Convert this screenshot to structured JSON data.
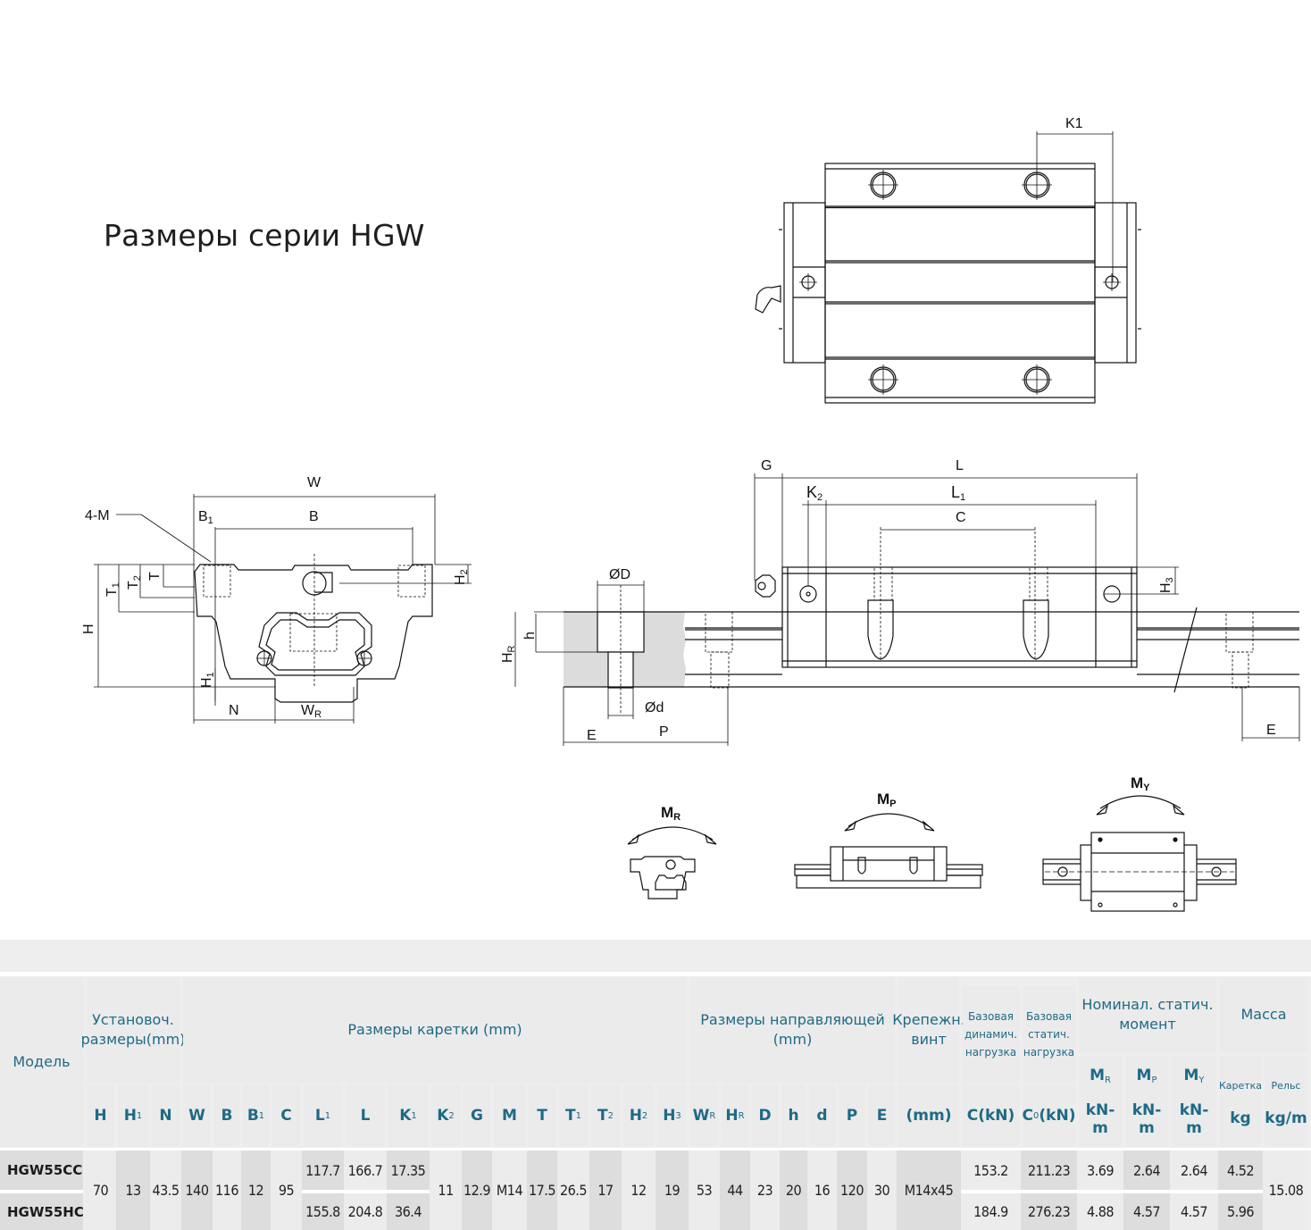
{
  "page": {
    "title": "Размеры серии HGW"
  },
  "drawings": {
    "top_view": {
      "label_k1": "K1"
    },
    "front_view": {
      "labels": {
        "W": "W",
        "B1": "B",
        "B1_sub": "1",
        "B": "B",
        "four_m": "4-M",
        "T1": "T",
        "T1_sub": "1",
        "T2": "T",
        "T2_sub": "2",
        "T": "T",
        "H": "H",
        "H1": "H",
        "H1_sub": "1",
        "H2": "H",
        "H2_sub": "2",
        "N": "N",
        "WR": "W",
        "WR_sub": "R"
      }
    },
    "side_view": {
      "labels": {
        "G": "G",
        "L": "L",
        "K2": "K",
        "K2_sub": "2",
        "L1": "L",
        "L1_sub": "1",
        "C": "C",
        "H3": "H",
        "H3_sub": "3",
        "D": "ØD",
        "h": "h",
        "HR": "H",
        "HR_sub": "R",
        "d": "Ød",
        "E_left": "E",
        "P": "P",
        "E_right": "E"
      }
    },
    "moments": {
      "mr": {
        "label": "M",
        "sub": "R"
      },
      "mp": {
        "label": "M",
        "sub": "P"
      },
      "my": {
        "label": "M",
        "sub": "Y"
      }
    }
  },
  "table": {
    "header_color": "#1e6a86",
    "groups": {
      "model": "Модель",
      "mounting": "Установоч. размеры (mm)",
      "block": "Размеры каретки (mm)",
      "rail": "Размеры направляющей (mm)",
      "bolt": "Крепежн. винт",
      "dyn_load": "Базовая динамич. нагрузка",
      "stat_load": "Базовая статич. нагрузка",
      "moment": "Номинал. статич. момент",
      "mass": "Масса"
    },
    "columns": [
      {
        "sym": "H",
        "sub": ""
      },
      {
        "sym": "H",
        "sub": "1"
      },
      {
        "sym": "N",
        "sub": ""
      },
      {
        "sym": "W",
        "sub": ""
      },
      {
        "sym": "B",
        "sub": ""
      },
      {
        "sym": "B",
        "sub": "1"
      },
      {
        "sym": "C",
        "sub": ""
      },
      {
        "sym": "L",
        "sub": "1"
      },
      {
        "sym": "L",
        "sub": ""
      },
      {
        "sym": "K",
        "sub": "1"
      },
      {
        "sym": "K",
        "sub": "2"
      },
      {
        "sym": "G",
        "sub": ""
      },
      {
        "sym": "M",
        "sub": ""
      },
      {
        "sym": "T",
        "sub": ""
      },
      {
        "sym": "T",
        "sub": "1"
      },
      {
        "sym": "T",
        "sub": "2"
      },
      {
        "sym": "H",
        "sub": "2"
      },
      {
        "sym": "H",
        "sub": "3"
      },
      {
        "sym": "W",
        "sub": "R"
      },
      {
        "sym": "H",
        "sub": "R"
      },
      {
        "sym": "D",
        "sub": ""
      },
      {
        "sym": "h",
        "sub": ""
      },
      {
        "sym": "d",
        "sub": ""
      },
      {
        "sym": "P",
        "sub": ""
      },
      {
        "sym": "E",
        "sub": ""
      },
      {
        "sym": "(mm)",
        "sub": ""
      },
      {
        "sym": "C(kN)",
        "sub": ""
      },
      {
        "sym": "C",
        "sub": "0",
        "suffix": " (kN)"
      },
      {
        "sym": "M",
        "sub": "R",
        "unit": "kN-m"
      },
      {
        "sym": "M",
        "sub": "P",
        "unit": "kN-m"
      },
      {
        "sym": "M",
        "sub": "Y",
        "unit": "kN-m"
      },
      {
        "sym": "Каретка",
        "sub": "",
        "unit": "kg"
      },
      {
        "sym": "Рельс",
        "sub": "",
        "unit": "kg/m"
      }
    ],
    "rows": [
      {
        "model": "HGW55CC",
        "L1": "117.7",
        "L": "166.7",
        "K1": "17.35",
        "C": "153.2",
        "C0": "211.23",
        "MR": "3.69",
        "MP": "2.64",
        "MY": "2.64",
        "block_kg": "4.52"
      },
      {
        "model": "HGW55HC",
        "L1": "155.8",
        "L": "204.8",
        "K1": "36.4",
        "C": "184.9",
        "C0": "276.23",
        "MR": "4.88",
        "MP": "4.57",
        "MY": "4.57",
        "block_kg": "5.96"
      }
    ],
    "shared": {
      "H": "70",
      "H1": "13",
      "N": "43.5",
      "W": "140",
      "B": "116",
      "B1": "12",
      "C": "95",
      "K2": "11",
      "G": "12.9",
      "M": "M14",
      "T": "17.5",
      "T1": "26.5",
      "T2": "17",
      "H2": "12",
      "H3": "19",
      "WR": "53",
      "HR": "44",
      "D": "23",
      "h": "20",
      "d": "16",
      "P": "120",
      "E": "30",
      "bolt": "M14x45",
      "rail_kgm": "15.08"
    }
  }
}
